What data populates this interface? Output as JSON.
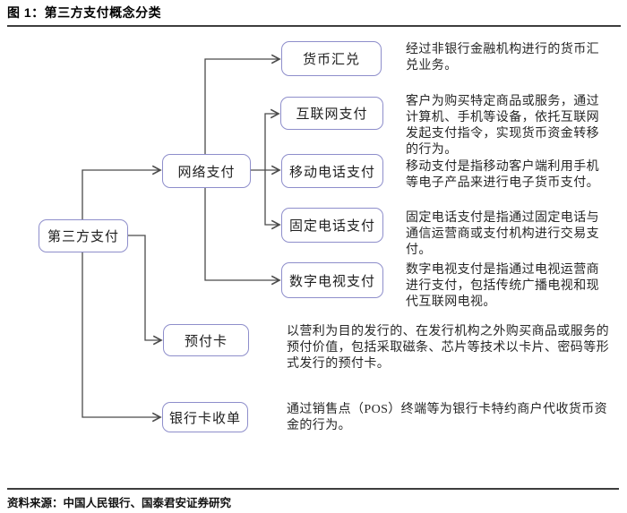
{
  "figure": {
    "title": "图 1：第三方支付概念分类",
    "source": "资料来源：中国人民银行、国泰君安证券研究"
  },
  "colors": {
    "box_border": "#8e8ecb",
    "connector": "#4a4a4a",
    "text": "#262626",
    "rule": "#3d3d3d",
    "background": "#ffffff"
  },
  "diagram": {
    "nodes": [
      {
        "id": "third-party-payment",
        "label": "第三方支付"
      },
      {
        "id": "network-payment",
        "label": "网络支付"
      },
      {
        "id": "prepaid-card",
        "label": "预付卡"
      },
      {
        "id": "bank-card-acquiring",
        "label": "银行卡收单"
      },
      {
        "id": "currency-exchange",
        "label": "货币汇兑"
      },
      {
        "id": "internet-payment",
        "label": "互联网支付"
      },
      {
        "id": "mobile-phone-payment",
        "label": "移动电话支付"
      },
      {
        "id": "fixed-phone-payment",
        "label": "固定电话支付"
      },
      {
        "id": "digital-tv-payment",
        "label": "数字电视支付"
      }
    ],
    "edges": [
      {
        "from": "第三方支付",
        "to": "网络支付"
      },
      {
        "from": "第三方支付",
        "to": "预付卡"
      },
      {
        "from": "第三方支付",
        "to": "银行卡收单"
      },
      {
        "from": "网络支付",
        "to": "货币汇兑"
      },
      {
        "from": "网络支付",
        "to": "互联网支付"
      },
      {
        "from": "网络支付",
        "to": "移动电话支付"
      },
      {
        "from": "网络支付",
        "to": "固定电话支付"
      },
      {
        "from": "网络支付",
        "to": "数字电视支付"
      }
    ],
    "descriptions": [
      {
        "for": "货币汇兑",
        "text": "经过非银行金融机构进行的货币汇兑业务。"
      },
      {
        "for": "互联网支付",
        "text": "客户为购买特定商品或服务，通过计算机、手机等设备，依托互联网发起支付指令，实现货币资金转移的行为。"
      },
      {
        "for": "移动电话支付",
        "text": "移动支付是指移动客户端利用手机等电子产品来进行电子货币支付。"
      },
      {
        "for": "固定电话支付",
        "text": "固定电话支付是指通过固定电话与通信运营商或支付机构进行交易支付。"
      },
      {
        "for": "数字电视支付",
        "text": "数字电视支付是指通过电视运营商进行支付，包括传统广播电视和现代互联网电视。"
      },
      {
        "for": "预付卡",
        "text": "以营利为目的发行的、在发行机构之外购买商品或服务的预付价值，包括采取磁条、芯片等技术以卡片、密码等形式发行的预付卡。"
      },
      {
        "for": "银行卡收单",
        "text": "通过销售点（POS）终端等为银行卡特约商户代收货币资金的行为。"
      }
    ]
  }
}
